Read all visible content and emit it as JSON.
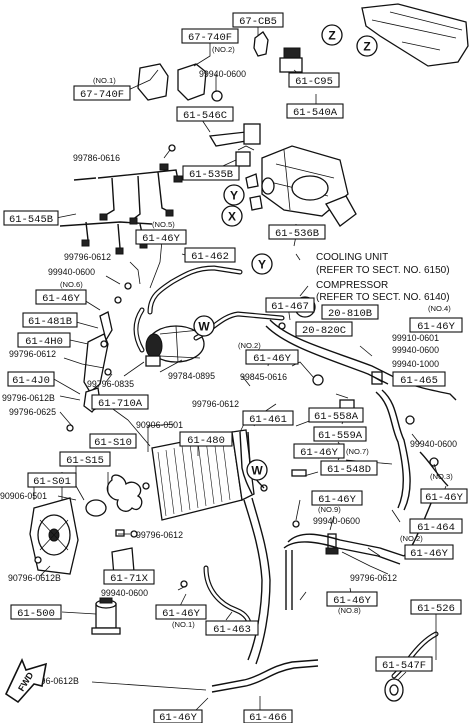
{
  "parts": {
    "p67cb5": "67-CB5",
    "p67740f_a": "67-740F",
    "p67740f_b": "67-740F",
    "p61c95": "61-C95",
    "p61540a": "61-540A",
    "p61546c": "61-546C",
    "p61535b": "61-535B",
    "p61545b": "61-545B",
    "p61536b": "61-536B",
    "p6146y_top": "61-46Y",
    "p61462": "61-462",
    "p6146y_no6": "61-46Y",
    "p61481b": "61-481B",
    "p614h0": "61-4H0",
    "p614j0": "61-4J0",
    "p61467": "61-467",
    "p20810b": "20-810B",
    "p20820c": "20-820C",
    "p6146y_no4": "61-46Y",
    "p6146y_no2a": "61-46Y",
    "p61465": "61-465",
    "p61710a": "61-710A",
    "p61s10": "61-S10",
    "p61s15": "61-S15",
    "p61s01": "61-S01",
    "p61480": "61-480",
    "p61461": "61-461",
    "p61558a": "61-558A",
    "p61559a": "61-559A",
    "p6146y_no7": "61-46Y",
    "p61548d": "61-548D",
    "p6146y_no9": "61-46Y",
    "p6146y_no3": "61-46Y",
    "p61464": "61-464",
    "p6146y_no2b": "61-46Y",
    "p6171x": "61-71X",
    "p61500": "61-500",
    "p6146y_no1": "61-46Y",
    "p61463": "61-463",
    "p6146y_no8": "61-46Y",
    "p61526": "61-526",
    "p61547f": "61-547F",
    "p6146y_bot": "61-46Y",
    "p61466": "61-466"
  },
  "fasteners": {
    "f99940_0600_top": "99940-0600",
    "f99786_0616": "99786-0616",
    "f99796_0612_a": "99796-0612",
    "f99940_0600_b": "99940-0600",
    "f99796_0612_b": "99796-0612",
    "f99796_0835": "99796-0835",
    "f99784_0895": "99784-0895",
    "f99845_0616": "99845-0616",
    "f99910_0601": "99910-0601",
    "f99940_0600_c": "99940-0600",
    "f99940_1000": "99940-1000",
    "f99796_0612b_a": "99796-0612B",
    "f99796_0625": "99796-0625",
    "f90906_0501_a": "90906-0501",
    "f99796_0612_c": "99796-0612",
    "f90906_0501_b": "90906-0501",
    "f99940_0600_d": "99940-0600",
    "f99940_0600_e": "99940-0600",
    "f99796_0612_d": "99796-0612",
    "f90796_0612b_a": "90796-0612B",
    "f99940_0600_f": "99940-0600",
    "f99796_0612_e": "99796-0612",
    "f90796_0612b_b": "90796-0612B"
  },
  "notes": {
    "no1": "(NO.1)",
    "no2_top": "(NO.2)",
    "no5": "(NO.5)",
    "no6": "(NO.6)",
    "no4": "(NO.4)",
    "no2_mid": "(NO.2)",
    "no7": "(NO.7)",
    "no9": "(NO.9)",
    "no3": "(NO.3)",
    "no2_low": "(NO.2)",
    "no8": "(NO.8)",
    "no1_bot": "(NO.1)"
  },
  "callouts": {
    "cooling_title": "COOLING UNIT",
    "cooling_ref": "(REFER TO SECT. NO. 6150)",
    "compressor_title": "COMPRESSOR",
    "compressor_ref": "(REFER TO SECT. NO. 6140)"
  },
  "markers": {
    "z_a": "Z",
    "z_b": "Z",
    "y_a": "Y",
    "y_b": "Y",
    "x_a": "X",
    "x_b": "X",
    "w_a": "W",
    "w_b": "W"
  },
  "front_arrow": "FWD"
}
